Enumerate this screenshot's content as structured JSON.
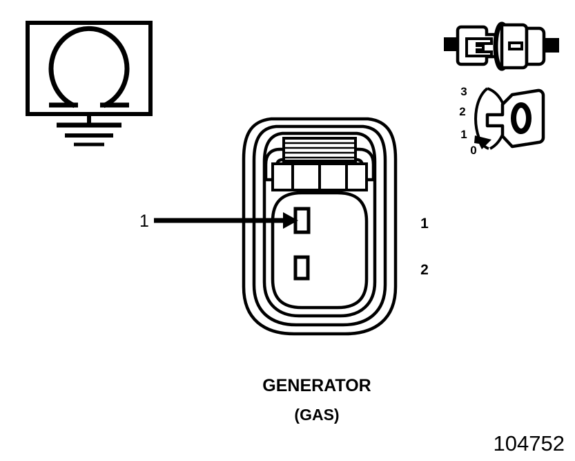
{
  "figure": {
    "title_main": "GENERATOR",
    "title_sub": "(GAS)",
    "part_number": "104752",
    "background_color": "#ffffff",
    "line_color": "#000000"
  },
  "ohm_meter_symbol": {
    "name": "ohmmeter-with-ground",
    "symbol_glyph": "Ω",
    "description": "Ohm symbol in box over earth ground"
  },
  "connector_pair_symbol": {
    "name": "connector-plug-and-socket",
    "description": "Two-piece electrical connector, male plug and female socket"
  },
  "ignition_key_symbol": {
    "name": "ignition-key-positions",
    "positions": [
      "3",
      "2",
      "1",
      "0"
    ],
    "description": "Key switch rotated through positions 0 to 3"
  },
  "connector_view": {
    "callout_label": "1",
    "pin_labels": [
      "1",
      "2"
    ],
    "pins": [
      {
        "id": "pin-1",
        "label": "1"
      },
      {
        "id": "pin-2",
        "label": "2"
      }
    ]
  }
}
